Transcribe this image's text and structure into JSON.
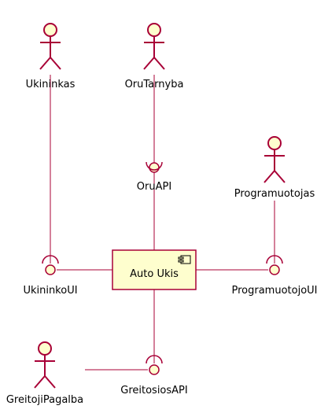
{
  "colors": {
    "fill": "#FEFECE",
    "stroke": "#A80036",
    "text": "#000000",
    "background": "#FFFFFF"
  },
  "actors": {
    "ukininkas": "Ukininkas",
    "orutarnyba": "OruTarnyba",
    "programuotojas": "Programuotojas",
    "greitojipagalba": "GreitojiPagalba"
  },
  "interfaces": {
    "oruapi": "OruAPI",
    "ukininkoui": "UkininkoUI",
    "programuotojoui": "ProgramuotojoUI",
    "greitosiosapi": "GreitosiosAPI"
  },
  "component": {
    "name": "Auto Ukis",
    "icon": "component-icon"
  }
}
